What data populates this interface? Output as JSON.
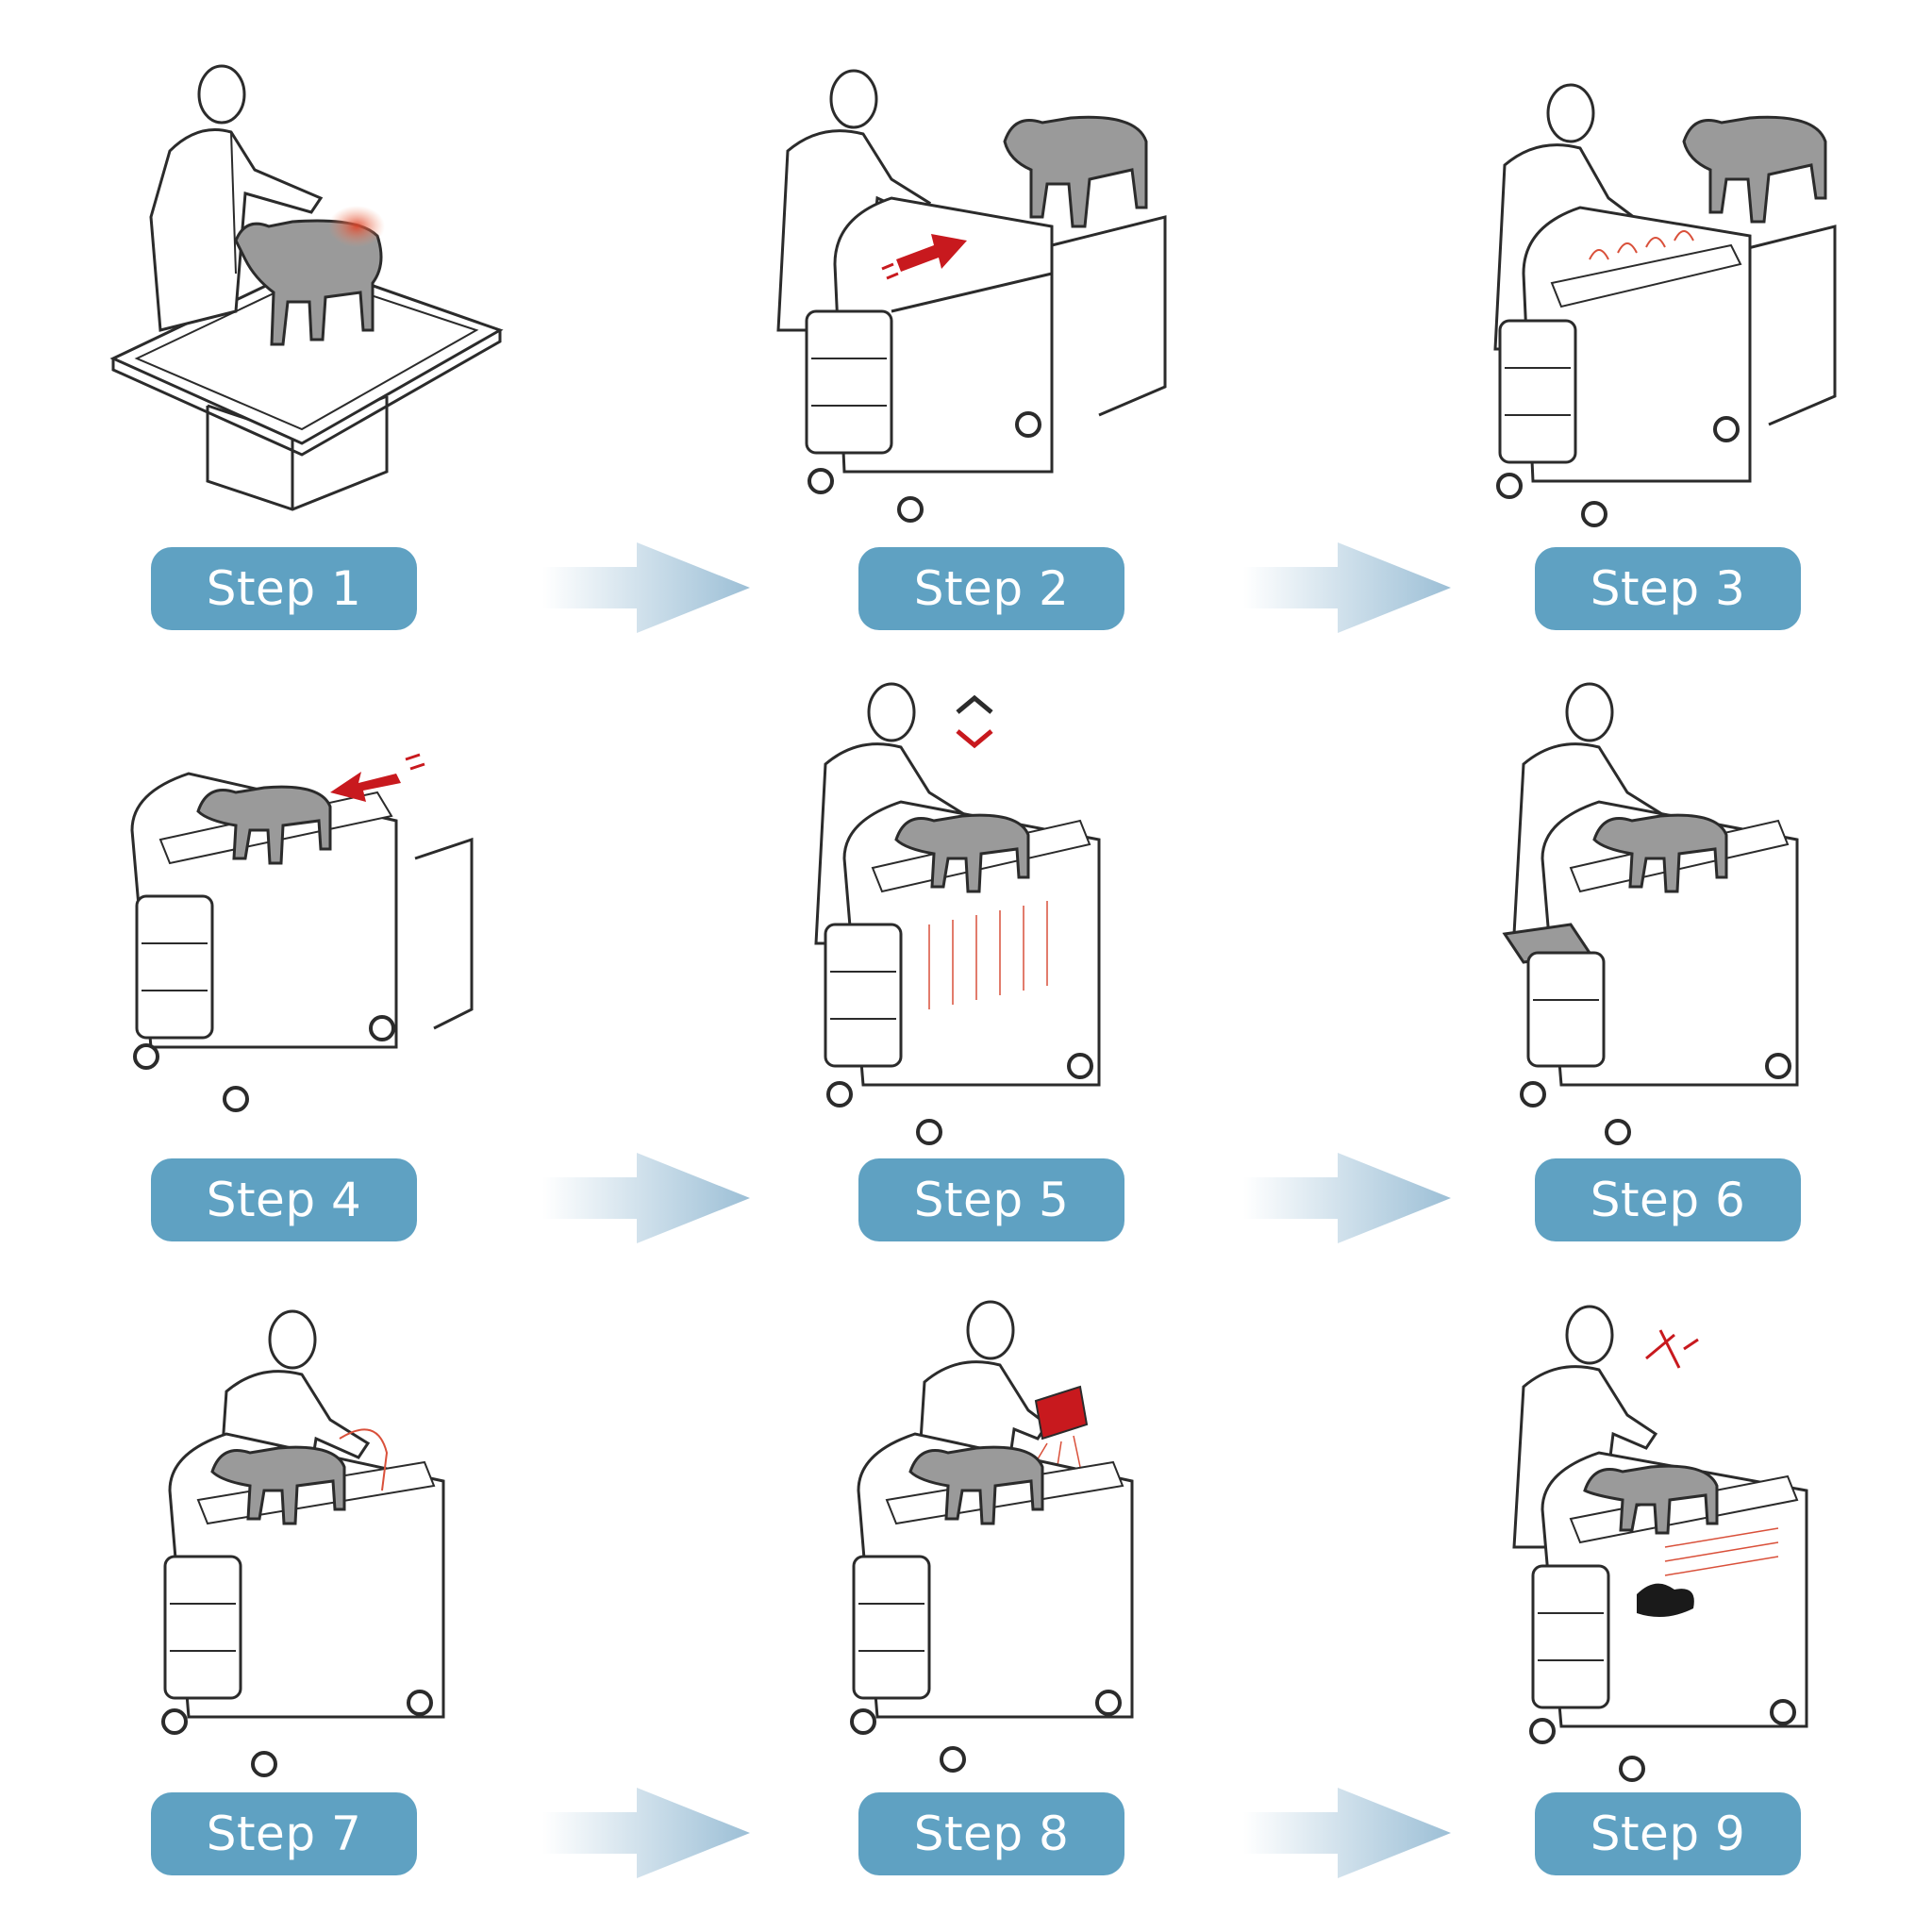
{
  "colors": {
    "pill": "#5fa1c2",
    "pill_text": "#ffffff",
    "line": "#2b2b2b",
    "dog": "#9a9a9a",
    "accent_red": "#c8191e",
    "arrow_start": "#ffffff",
    "arrow_end": "#9cbfd6"
  },
  "steps": [
    {
      "label": "Step 1",
      "scene": "exam-table"
    },
    {
      "label": "Step 2",
      "scene": "cart-slide-panel"
    },
    {
      "label": "Step 3",
      "scene": "cart-heat-tray"
    },
    {
      "label": "Step 4",
      "scene": "cart-transfer-dog"
    },
    {
      "label": "Step 5",
      "scene": "cart-height-adjust"
    },
    {
      "label": "Step 6",
      "scene": "cart-open-drawer"
    },
    {
      "label": "Step 7",
      "scene": "cart-stethoscope"
    },
    {
      "label": "Step 8",
      "scene": "cart-tablet"
    },
    {
      "label": "Step 9",
      "scene": "cart-xray"
    }
  ],
  "flow_arrow_icon": "right-arrow-icon"
}
